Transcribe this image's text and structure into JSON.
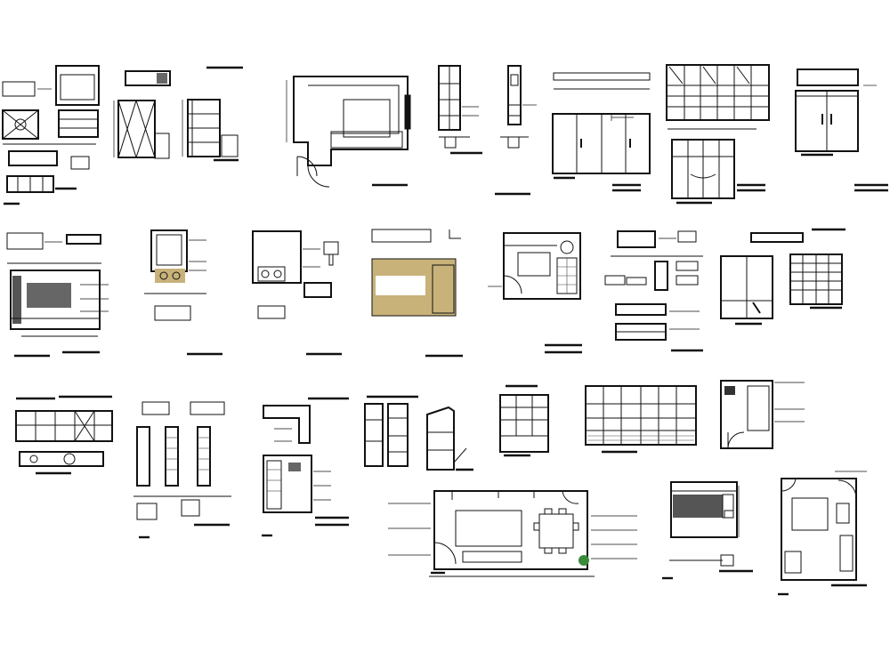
{
  "sheet": {
    "background": "#ffffff",
    "line_color": "#111111",
    "accent_fill": "#c8b27a",
    "dark_fill": "#555555",
    "plant_fill": "#3a8a3a"
  },
  "drawings": [
    {
      "id": "kitchen-sink-counter-details"
    },
    {
      "id": "wardrobe-door-elevation"
    },
    {
      "id": "tall-cabinet-elevation"
    },
    {
      "id": "kitchen-l-shaped-plan"
    },
    {
      "id": "pantry-cabinet-sections"
    },
    {
      "id": "sliding-wardrobe-elevation"
    },
    {
      "id": "shelving-unit-elevation"
    },
    {
      "id": "double-door-cabinet-elevation"
    },
    {
      "id": "tv-unit-elevation"
    },
    {
      "id": "vanity-elevation"
    },
    {
      "id": "bathroom-vanity-details"
    },
    {
      "id": "counter-finish-plan"
    },
    {
      "id": "bathroom-plan"
    },
    {
      "id": "drawer-unit-details"
    },
    {
      "id": "bookshelf-elevation"
    },
    {
      "id": "kitchen-counter-elevation"
    },
    {
      "id": "tall-shelf-sections"
    },
    {
      "id": "kitchen-corner-details"
    },
    {
      "id": "storage-cabinet-set"
    },
    {
      "id": "open-shelving-elevation"
    },
    {
      "id": "library-wall-elevation"
    },
    {
      "id": "utility-room-plan"
    },
    {
      "id": "living-dining-plan"
    },
    {
      "id": "bar-counter-details"
    },
    {
      "id": "bedroom-plan"
    }
  ]
}
